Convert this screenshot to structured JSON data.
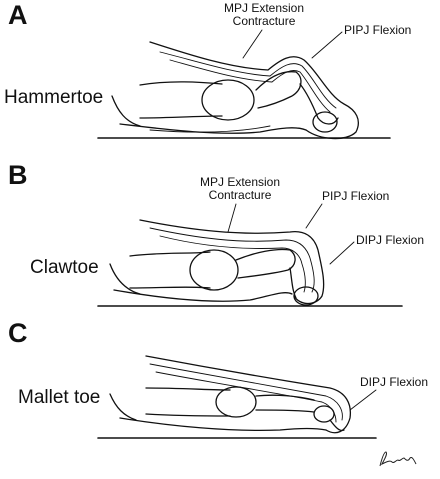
{
  "panels": [
    {
      "letter": "A",
      "condition": "Hammertoe",
      "annotations": [
        "MPJ Extension\nContracture",
        "PIPJ Flexion"
      ]
    },
    {
      "letter": "B",
      "condition": "Clawtoe",
      "annotations": [
        "MPJ Extension\nContracture",
        "PIPJ Flexion",
        "DIPJ Flexion"
      ]
    },
    {
      "letter": "C",
      "condition": "Mallet toe",
      "annotations": [
        "DIPJ Flexion"
      ]
    }
  ],
  "signature_icon": "artist-signature-icon"
}
